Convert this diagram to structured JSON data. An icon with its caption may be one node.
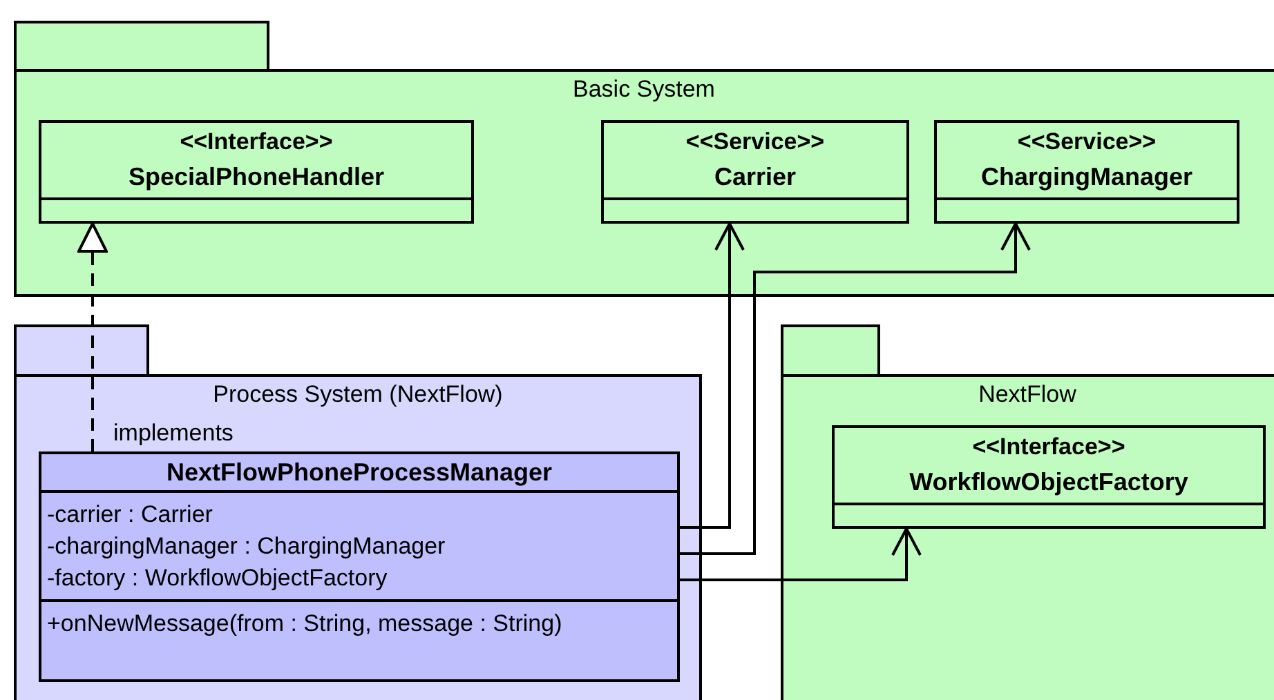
{
  "diagram": {
    "nodes": [
      {
        "text": [
          "Basic System"
        ]
      },
      {
        "text": [
          "<<Interface>>",
          "SpecialPhoneHandler"
        ],
        "in": 0
      },
      {
        "text": [
          "<<Service>>",
          "Carrier"
        ],
        "in": 0
      },
      {
        "text": [
          "<<Service>>",
          "ChargingManager"
        ],
        "in": 0
      },
      {
        "text": [
          "Process System (NextFlow)"
        ]
      },
      {
        "text": [
          "NextFlowPhoneProcessManager",
          "-carrier : Carrier",
          "-chargingManager : ChargingManager",
          "-factory : WorkflowObjectFactory",
          "+onNewMessage(from : String, message : String)"
        ],
        "in": 4
      },
      {
        "text": [
          "NextFlow"
        ]
      },
      {
        "text": [
          "<<Interface>>",
          "WorkflowObjectFactory"
        ],
        "in": 6
      }
    ],
    "edges": [
      {
        "from": 5,
        "to": 1,
        "arrow": "to",
        "style": "dashed",
        "label": "implements"
      },
      {
        "from": 5,
        "to": 2,
        "arrow": "to"
      },
      {
        "from": 5,
        "to": 3,
        "arrow": "to"
      },
      {
        "from": 5,
        "to": 7,
        "arrow": "to"
      }
    ]
  }
}
